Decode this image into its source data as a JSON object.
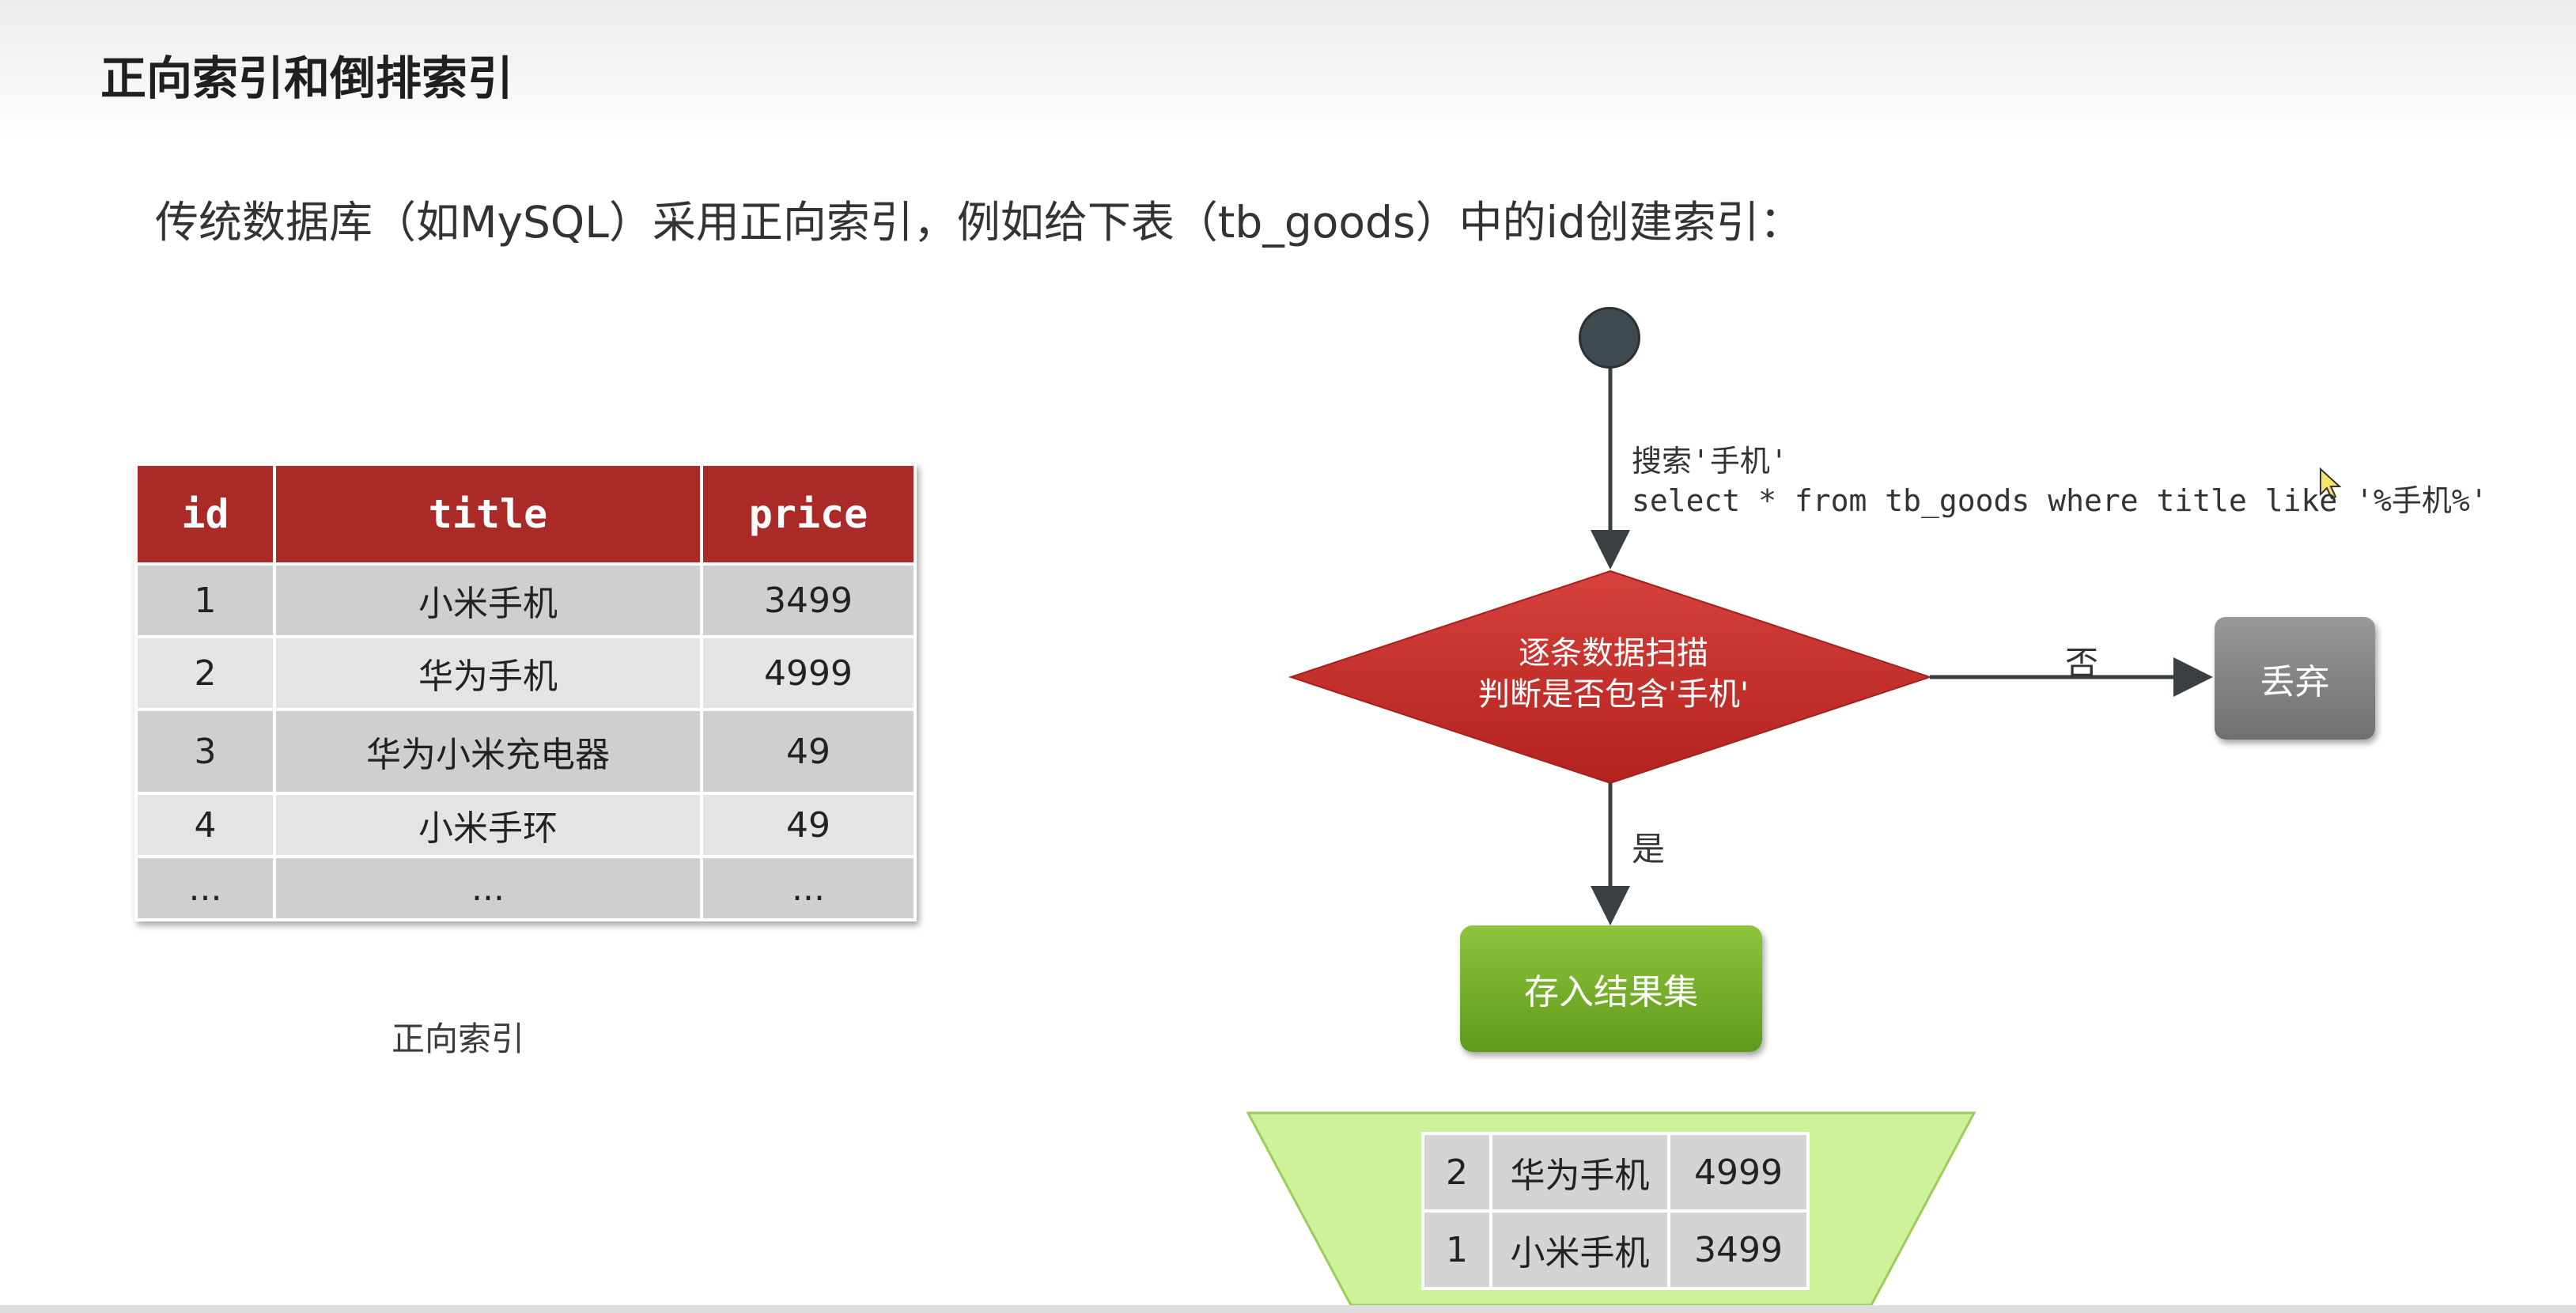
{
  "slide": {
    "title": "正向索引和倒排索引",
    "subtitle": "传统数据库（如MySQL）采用正向索引，例如给下表（tb_goods）中的id创建索引："
  },
  "table": {
    "headers": [
      "id",
      "title",
      "price"
    ],
    "rows": [
      [
        "1",
        "小米手机",
        "3499"
      ],
      [
        "2",
        "华为手机",
        "4999"
      ],
      [
        "3",
        "华为小米充电器",
        "49"
      ],
      [
        "4",
        "小米手环",
        "49"
      ],
      [
        "...",
        "...",
        "..."
      ]
    ],
    "caption": "正向索引",
    "header_color": "#a92a26"
  },
  "flow": {
    "search_label": "搜索'手机'",
    "search_sql": "select * from tb_goods where title like '%手机%'",
    "decision_line1": "逐条数据扫描",
    "decision_line2": "判断是否包含'手机'",
    "no_label": "否",
    "yes_label": "是",
    "discard_label": "丢弃",
    "store_label": "存入结果集",
    "decision_color": "#c62f2c",
    "store_color": "#72ab2a",
    "discard_color": "#808080",
    "funnel_color": "#cdf29a"
  },
  "result_set": {
    "rows": [
      [
        "2",
        "华为手机",
        "4999"
      ],
      [
        "1",
        "小米手机",
        "3499"
      ]
    ]
  }
}
